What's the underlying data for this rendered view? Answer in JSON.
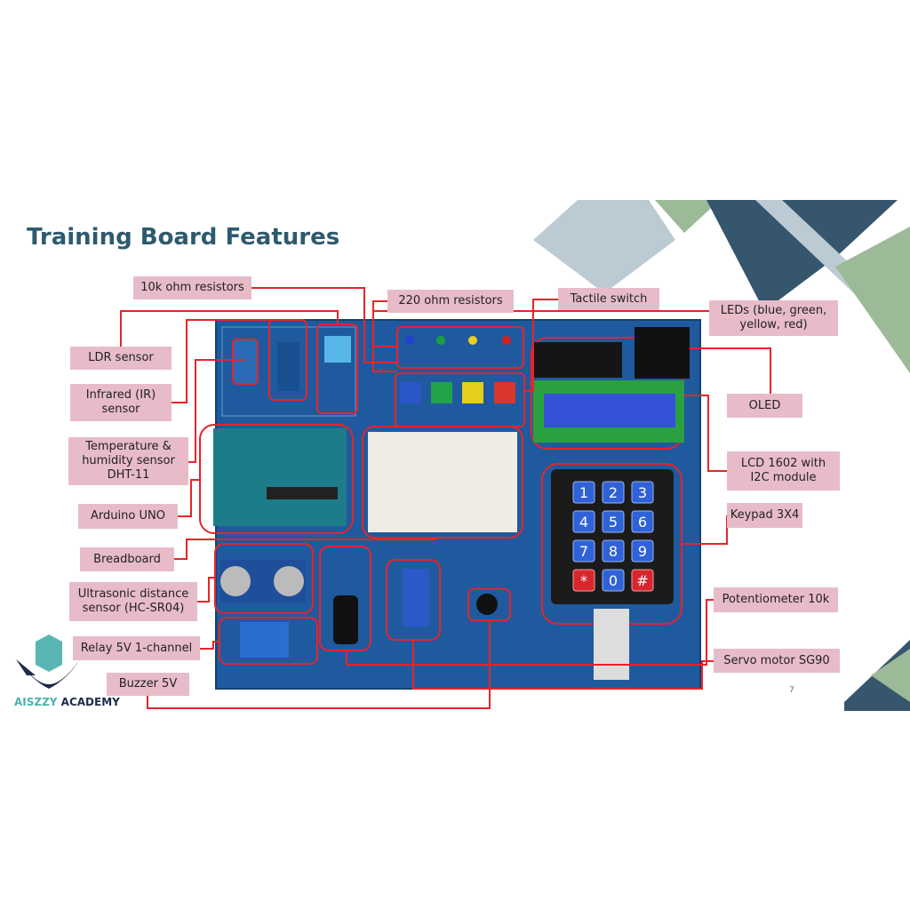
{
  "slide": {
    "title": "Training Board Features",
    "page_number": "7"
  },
  "logo": {
    "name_part1": "AISZZY",
    "name_part2": " ACADEMY"
  },
  "labels": {
    "resistors_10k": "10k ohm resistors",
    "resistors_220": "220 ohm resistors",
    "tactile_switch": "Tactile switch",
    "leds": "LEDs (blue, green,\nyellow, red)",
    "ldr": "LDR sensor",
    "ir": "Infrared (IR)\nsensor",
    "dht": "Temperature &\nhumidity sensor\nDHT-11",
    "oled": "OLED",
    "lcd": "LCD 1602 with\nI2C module",
    "arduino": "Arduino UNO",
    "keypad": "Keypad 3X4",
    "breadboard": "Breadboard",
    "potentiometer": "Potentiometer 10k",
    "ultrasonic": "Ultrasonic distance\nsensor (HC-SR04)",
    "relay": "Relay 5V 1-channel",
    "servo": "Servo motor SG90",
    "buzzer": "Buzzer 5V"
  },
  "keypad_keys": [
    "1",
    "2",
    "3",
    "4",
    "5",
    "6",
    "7",
    "8",
    "9",
    "*",
    "0",
    "#"
  ],
  "colors": {
    "board": "#1f5a9e",
    "label_bg": "#e7bcc8",
    "line": "#e8232a",
    "title": "#2e5a70"
  }
}
